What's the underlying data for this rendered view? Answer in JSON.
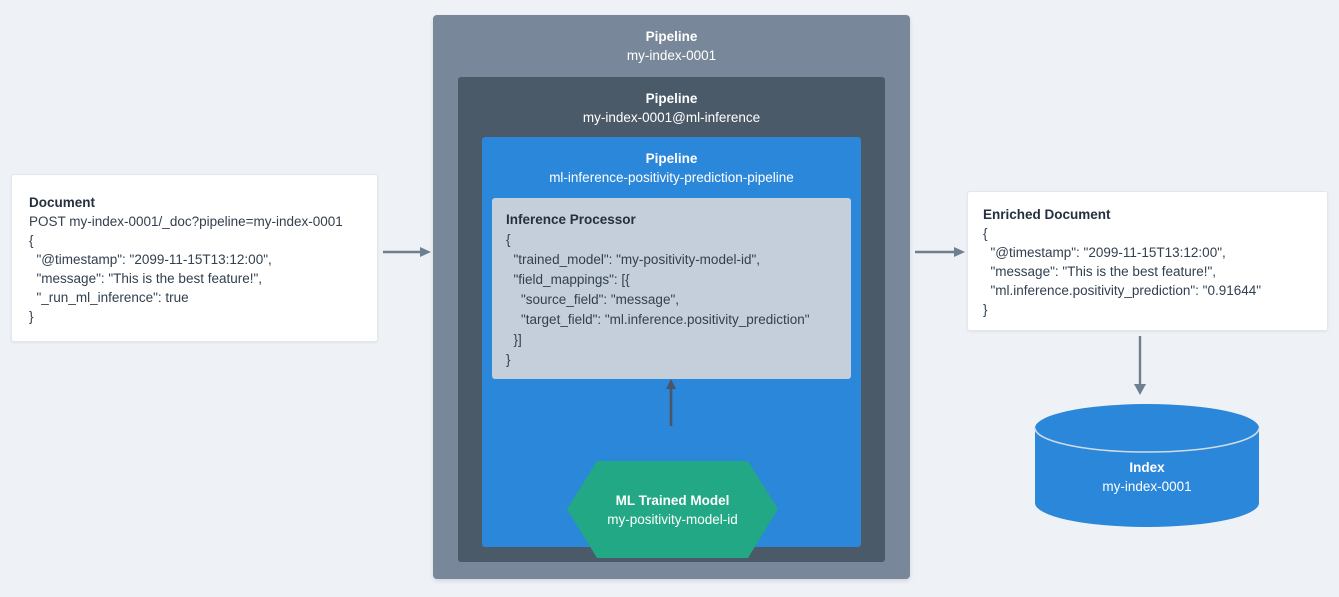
{
  "canvas": {
    "background_color": "#eef1f5"
  },
  "colors": {
    "pipeline_outer": "#78889a",
    "pipeline_middle": "#4b5a69",
    "pipeline_inner": "#2b87d9",
    "processor_fill": "#c5cfdb",
    "ml_model_fill": "#22a884",
    "index_fill": "#2b87d9",
    "arrow": "#6e7f91",
    "arrow_dark": "#4a5568",
    "card_background": "#ffffff",
    "text_dark": "#25303f"
  },
  "document": {
    "title": "Document",
    "lines": [
      "POST my-index-0001/_doc?pipeline=my-index-0001",
      "{",
      "  \"@timestamp\": \"2099-11-15T13:12:00\",",
      "  \"message\": \"This is the best feature!\",",
      "  \"_run_ml_inference\": true",
      "}"
    ]
  },
  "pipeline_outer": {
    "label": "Pipeline",
    "value": "my-index-0001"
  },
  "pipeline_middle": {
    "label": "Pipeline",
    "value": "my-index-0001@ml-inference"
  },
  "pipeline_inner": {
    "label": "Pipeline",
    "value": "ml-inference-positivity-prediction-pipeline"
  },
  "inference_processor": {
    "title": "Inference Processor",
    "lines": [
      "{",
      "  \"trained_model\": \"my-positivity-model-id\",",
      "  \"field_mappings\": [{",
      "    \"source_field\": \"message\",",
      "    \"target_field\": \"ml.inference.positivity_prediction\"",
      "  }]",
      "}"
    ]
  },
  "ml_model": {
    "label": "ML Trained Model",
    "value": "my-positivity-model-id"
  },
  "enriched_document": {
    "title": "Enriched Document",
    "lines": [
      "{",
      "  \"@timestamp\": \"2099-11-15T13:12:00\",",
      "  \"message\": \"This is the best feature!\",",
      "  \"ml.inference.positivity_prediction\": \"0.91644\"",
      "}"
    ]
  },
  "index": {
    "label": "Index",
    "value": "my-index-0001"
  },
  "arrows": [
    {
      "name": "document-to-pipeline",
      "direction": "right"
    },
    {
      "name": "pipeline-to-enriched-document",
      "direction": "right"
    },
    {
      "name": "enriched-document-to-index",
      "direction": "down"
    },
    {
      "name": "ml-model-to-inference-processor",
      "direction": "up"
    }
  ]
}
